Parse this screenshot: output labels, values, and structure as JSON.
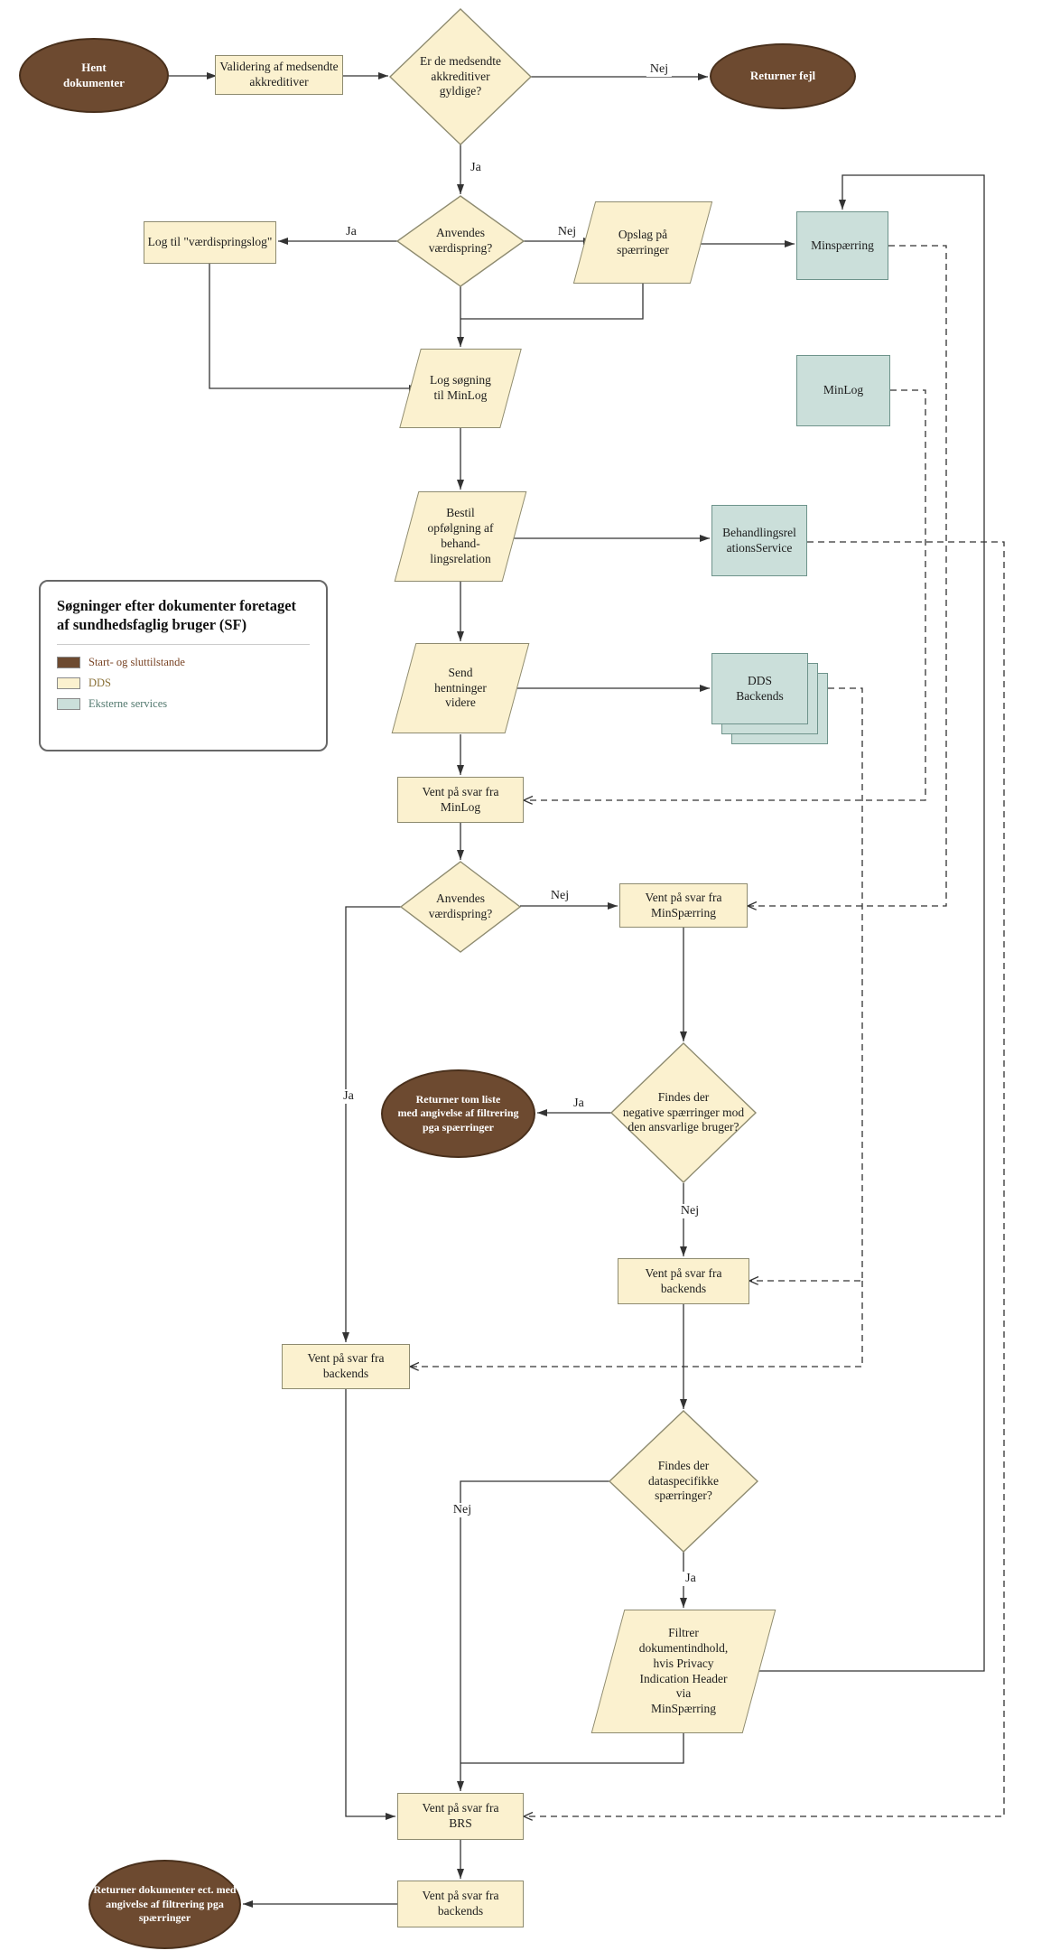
{
  "diagram_title": "Søgninger efter dokumenter foretaget af sundhedsfaglig bruger (SF)",
  "legend": {
    "title": "Søgninger efter dokumenter foretaget af sundhedsfaglig bruger (SF)",
    "items": [
      {
        "label": "Start- og sluttilstande",
        "color": "#6D4A30"
      },
      {
        "label": "DDS",
        "color": "#FBF1CF"
      },
      {
        "label": "Eksterne services",
        "color": "#CBDFDA"
      }
    ]
  },
  "colors": {
    "start_end": "#6D4A30",
    "dds": "#FBF1CF",
    "external": "#CBDFDA",
    "line": "#333333"
  },
  "nodes": {
    "hent": "Hent\ndokumenter",
    "validering": "Validering af medsendte\nakkreditiver",
    "gyldige": "Er de medsendte\nakkreditiver\ngyldige?",
    "returner_fejl": "Returner fejl",
    "anvendes1": "Anvendes\nværdispring?",
    "log_til": "Log til \"værdispringslog\"",
    "opslag": "Opslag på\nspærringer",
    "minspaerring": "Minspærring",
    "log_soegning": "Log søgning\ntil MinLog",
    "minlog": "MinLog",
    "bestil": "Bestil\nopfølgning af\nbehand-\nlingsrelation",
    "behandlingsrel": "Behandlingsrel\nationsService",
    "send": "Send\nhentninger\nvidere",
    "dds_backends": "DDS\nBackends",
    "vent_minlog": "Vent på svar fra\nMinLog",
    "anvendes2": "Anvendes\nværdispring?",
    "vent_minspaerring": "Vent på svar fra\nMinSpærring",
    "findes_negative": "Findes der\nnegative spærringer mod\nden ansvarlige bruger?",
    "returner_tom": "Returner tom liste\nmed angivelse af filtrering\npga spærringer",
    "vent_backends_right": "Vent på svar fra\nbackends",
    "vent_backends_left": "Vent på svar fra\nbackends",
    "findes_dataspec": "Findes der\ndataspecifikke\nspærringer?",
    "filtrer": "Filtrer\ndokumentindhold,\nhvis Privacy\nIndication Header\nvia\nMinSpærring",
    "vent_brs": "Vent på svar fra\nBRS",
    "vent_backends_bottom": "Vent på svar fra\nbackends",
    "returner_dok": "Returner dokumenter ect. med\nangivelse af filtrering pga\nspærringer"
  },
  "edges": {
    "ja1": "Ja",
    "nej1": "Nej",
    "ja2": "Ja",
    "nej2": "Nej",
    "nej3": "Nej",
    "ja3": "Ja",
    "ja4": "Ja",
    "nej4": "Nej",
    "nej5": "Nej",
    "ja5": "Ja"
  }
}
